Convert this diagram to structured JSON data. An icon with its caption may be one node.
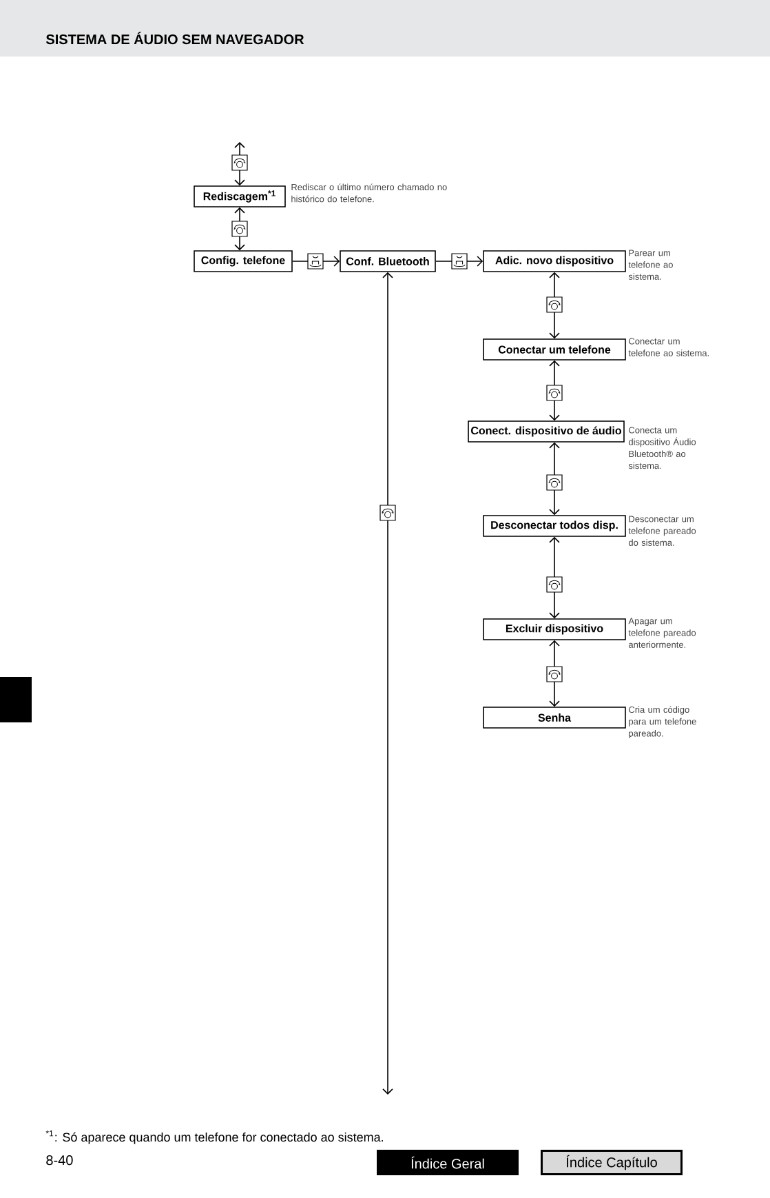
{
  "diagram": {
    "title": "SISTEMA DE ÁUDIO SEM NAVEGADOR",
    "nodes": [
      {
        "text": [
          "Rediscagem$^{*1}$"
        ],
        "beside": [
          "Rediscar o último número chamado no histórico do telefone."
        ]
      },
      {
        "text": [
          "Config. telefone"
        ]
      },
      {
        "text": [
          "Conf. Bluetooth"
        ]
      },
      {
        "text": [
          "Adic. novo dispositivo"
        ],
        "beside": [
          "Parear um telefone ao sistema."
        ]
      },
      {
        "text": [
          "Conectar um telefone"
        ],
        "beside": [
          "Conectar um telefone ao sistema."
        ]
      },
      {
        "text": [
          "Conect. dispositivo de áudio"
        ],
        "beside": [
          "Conecta um dispositivo Áudio Bluetooth® ao sistema."
        ]
      },
      {
        "text": [
          "Desconectar todos disp."
        ],
        "beside": [
          "Desconectar um telefone pareado do sistema."
        ]
      },
      {
        "text": [
          "Excluir dispositivo"
        ],
        "beside": [
          "Apagar um telefone pareado anteriormente."
        ]
      },
      {
        "text": [
          "Senha"
        ],
        "beside": [
          "Cria um código para um telefone pareado."
        ]
      }
    ],
    "edges": [
      {
        "from": 0,
        "to": null,
        "arrow": "both"
      },
      {
        "from": 0,
        "to": 1,
        "arrow": "both"
      },
      {
        "from": 1,
        "to": 2,
        "arrow": "to"
      },
      {
        "from": 2,
        "to": 3,
        "arrow": "to"
      },
      {
        "from": 2,
        "to": null,
        "arrow": "both"
      },
      {
        "from": 3,
        "to": 4,
        "arrow": "both"
      },
      {
        "from": 4,
        "to": 5,
        "arrow": "both"
      },
      {
        "from": 5,
        "to": 6,
        "arrow": "both"
      },
      {
        "from": 6,
        "to": 7,
        "arrow": "both"
      },
      {
        "from": 7,
        "to": 8,
        "arrow": "both"
      }
    ],
    "labels": [
      "$^{*1}$: Só aparece quando um telefone for conectado ao sistema.",
      "8-40",
      "Índice Geral",
      "Índice Capítulo"
    ]
  }
}
